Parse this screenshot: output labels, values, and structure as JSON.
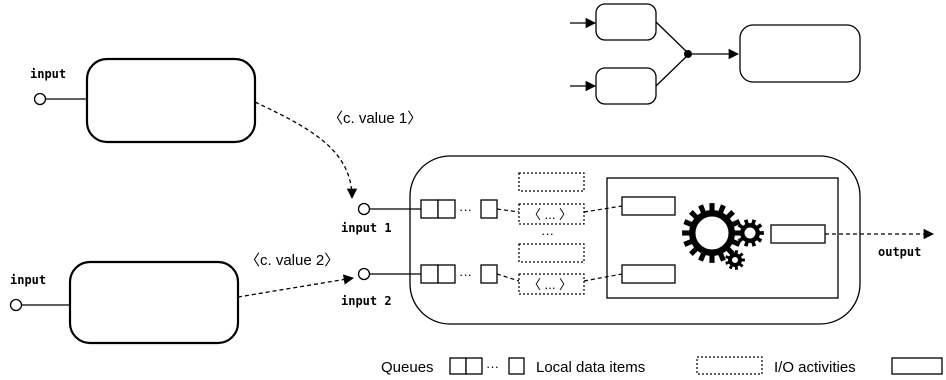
{
  "labels": {
    "input_top": "input",
    "input_bottom": "input",
    "input_1": "input 1",
    "input_2": "input 2",
    "output": "output",
    "c_value_1": "〈c. value 1〉",
    "c_value_2": "〈c. value 2〉",
    "tuple_placeholder": "〈 ... 〉",
    "ellipsis_h": "···",
    "ellipsis_v": "···"
  },
  "legend": {
    "queues": "Queues",
    "local_data_items": "Local data items",
    "io_activities": "I/O activities"
  },
  "icons": {
    "gears": "gears-icon"
  }
}
